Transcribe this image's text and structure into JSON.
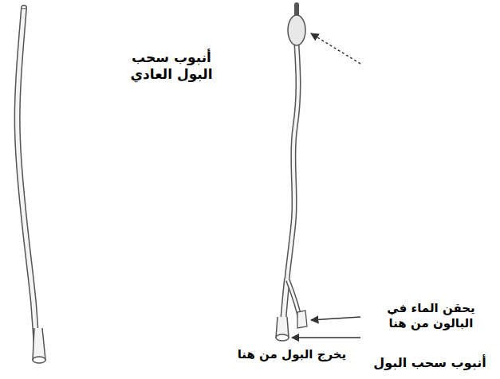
{
  "diagram": {
    "labels": [
      "أنبوب سحب البول العادي",
      "يحقن الماء في البالون من هنا",
      "يخرج البول من هنا",
      "أنبوب سحب البول"
    ]
  }
}
